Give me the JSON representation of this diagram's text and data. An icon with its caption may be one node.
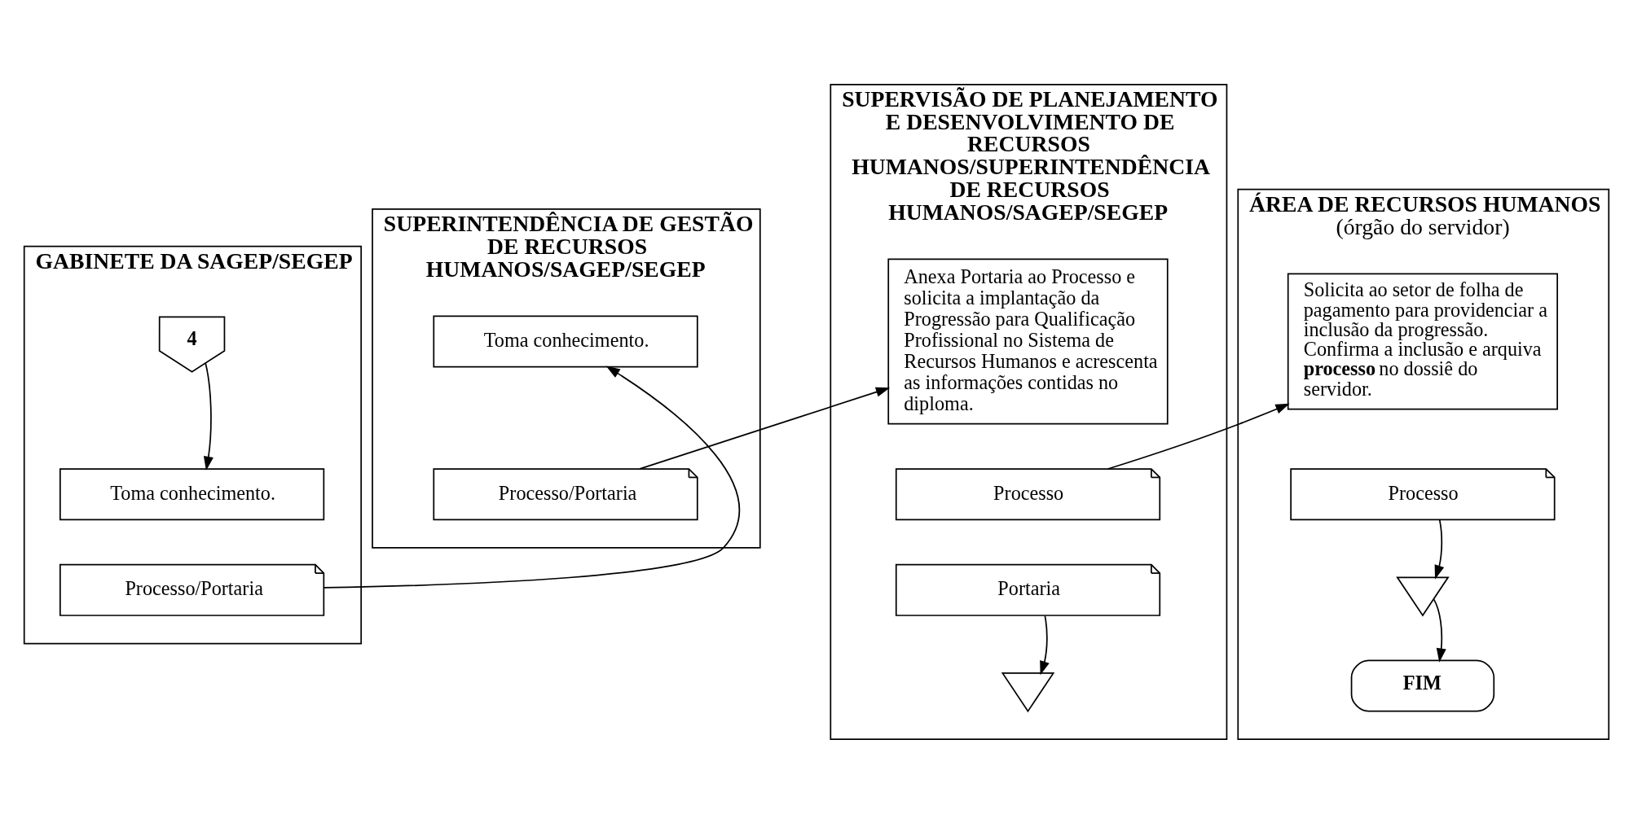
{
  "diagram": {
    "nodes": [
      {
        "text": [
          "GABINETE DA SAGEP/SEGEP"
        ]
      },
      {
        "text": [
          "SUPERINTENDÊNCIA DE GESTÃO DE RECURSOS HUMANOS/SAGEP/SEGEP"
        ]
      },
      {
        "text": [
          "SUPERVISÃO DE PLANEJAMENTO E DESENVOLVIMENTO DE RECURSOS HUMANOS/SUPERINTENDÊNCIA DE RECURSOS HUMANOS/SAGEP/SEGEP"
        ]
      },
      {
        "text": [
          "ÁREA DE RECURSOS HUMANOS",
          "(órgão do servidor)"
        ]
      },
      {
        "text": [
          "4"
        ],
        "in": 0
      },
      {
        "text": [
          "Toma conhecimento."
        ],
        "in": 0
      },
      {
        "text": [
          "Processo/Portaria"
        ],
        "in": 0
      },
      {
        "text": [
          "Toma conhecimento."
        ],
        "in": 1
      },
      {
        "text": [
          "Processo/Portaria"
        ],
        "in": 1
      },
      {
        "text": [
          "Anexa Portaria ao Processo e solicita a implantação da Progressão para Qualificação Profissional no Sistema de Recursos Humanos e acrescenta as informações contidas no diploma."
        ],
        "in": 2
      },
      {
        "text": [
          "Processo"
        ],
        "in": 2
      },
      {
        "text": [
          "Portaria"
        ],
        "in": 2
      },
      {
        "text": [],
        "shape": "triangle",
        "in": 2
      },
      {
        "text": [
          "Solicita ao setor de folha de pagamento para providenciar a inclusão da progressão. Confirma a inclusão e arquiva **processo** no dossiê do servidor."
        ],
        "in": 3
      },
      {
        "text": [
          "Processo"
        ],
        "in": 3
      },
      {
        "text": [],
        "shape": "triangle",
        "in": 3
      },
      {
        "text": [
          "FIM"
        ],
        "in": 3
      }
    ],
    "edges": [
      {
        "from": 4,
        "to": 5,
        "arrow": "to"
      },
      {
        "from": 6,
        "to": 7,
        "arrow": "to"
      },
      {
        "from": 8,
        "to": 9,
        "arrow": "to"
      },
      {
        "from": 10,
        "to": 13,
        "arrow": "to"
      },
      {
        "from": 11,
        "to": 12,
        "arrow": "to"
      },
      {
        "from": 14,
        "to": 15,
        "arrow": "to"
      },
      {
        "from": 15,
        "to": 16,
        "arrow": "to"
      }
    ]
  }
}
